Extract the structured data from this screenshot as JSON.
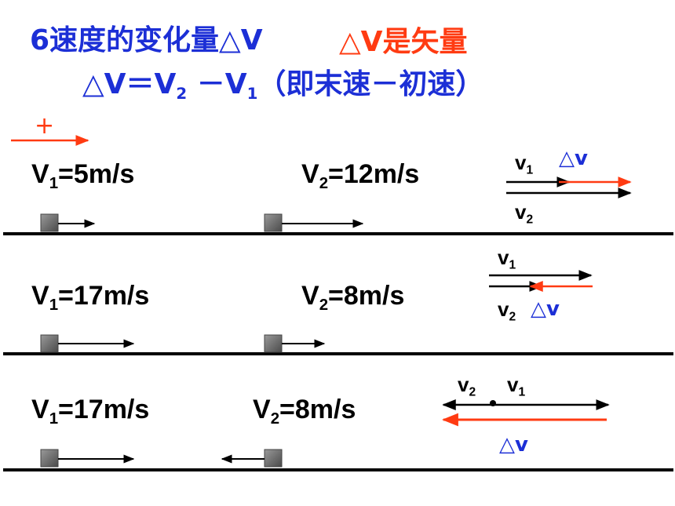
{
  "title": {
    "line1_blue": "6速度的变化量△V",
    "line1_red": "△V是矢量",
    "line2_start": "△V＝V",
    "line2_sub2": "2",
    "line2_mid": " －V",
    "line2_sub1": "1",
    "line2_end": "（即末速－初速）"
  },
  "positive_direction": "+",
  "scenarios": [
    {
      "v1_prefix": "V",
      "v1_sub": "1",
      "v1_value": "=5m/s",
      "v2_prefix": "V",
      "v2_sub": "2",
      "v2_value": "=12m/s",
      "diagram": {
        "top_label": "v",
        "top_sub": "1",
        "delta": "△v",
        "bottom_label": "v",
        "bottom_sub": "2"
      }
    },
    {
      "v1_prefix": "V",
      "v1_sub": "1",
      "v1_value": "=17m/s",
      "v2_prefix": "V",
      "v2_sub": "2",
      "v2_value": "=8m/s",
      "diagram": {
        "top_label": "v",
        "top_sub": "1",
        "bottom_label": "v",
        "bottom_sub": "2",
        "delta": "△v"
      }
    },
    {
      "v1_prefix": "V",
      "v1_sub": "1",
      "v1_value": "=17m/s",
      "v2_prefix": "V",
      "v2_sub": "2",
      "v2_value": "=8m/s",
      "diagram": {
        "left_label": "v",
        "left_sub": "2",
        "right_label": "v",
        "right_sub": "1",
        "delta": "△v"
      }
    }
  ],
  "colors": {
    "blue": "#1c2fd6",
    "red": "#ff3b12",
    "ground": "#000000",
    "block": "#6a6a6a"
  }
}
